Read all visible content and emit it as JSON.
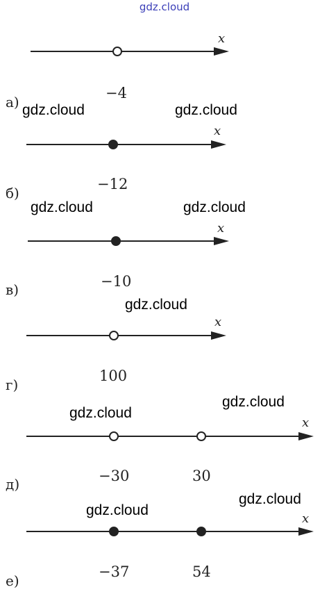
{
  "header": "gdz.cloud",
  "watermark": "gdz.cloud",
  "axis_label": "x",
  "colors": {
    "header": "#3b3fb8",
    "line": "#222222"
  },
  "diagrams": [
    {
      "label": "а)",
      "points": [
        {
          "value": "−4",
          "filled": false
        }
      ]
    },
    {
      "label": "б)",
      "points": [
        {
          "value": "−12",
          "filled": true
        }
      ]
    },
    {
      "label": "в)",
      "points": [
        {
          "value": "−10",
          "filled": true
        }
      ]
    },
    {
      "label": "г)",
      "points": [
        {
          "value": "100",
          "filled": false
        }
      ]
    },
    {
      "label": "д)",
      "points": [
        {
          "value": "−30",
          "filled": false
        },
        {
          "value": "30",
          "filled": false
        }
      ]
    },
    {
      "label": "е)",
      "points": [
        {
          "value": "−37",
          "filled": true
        },
        {
          "value": "54",
          "filled": true
        }
      ]
    }
  ]
}
